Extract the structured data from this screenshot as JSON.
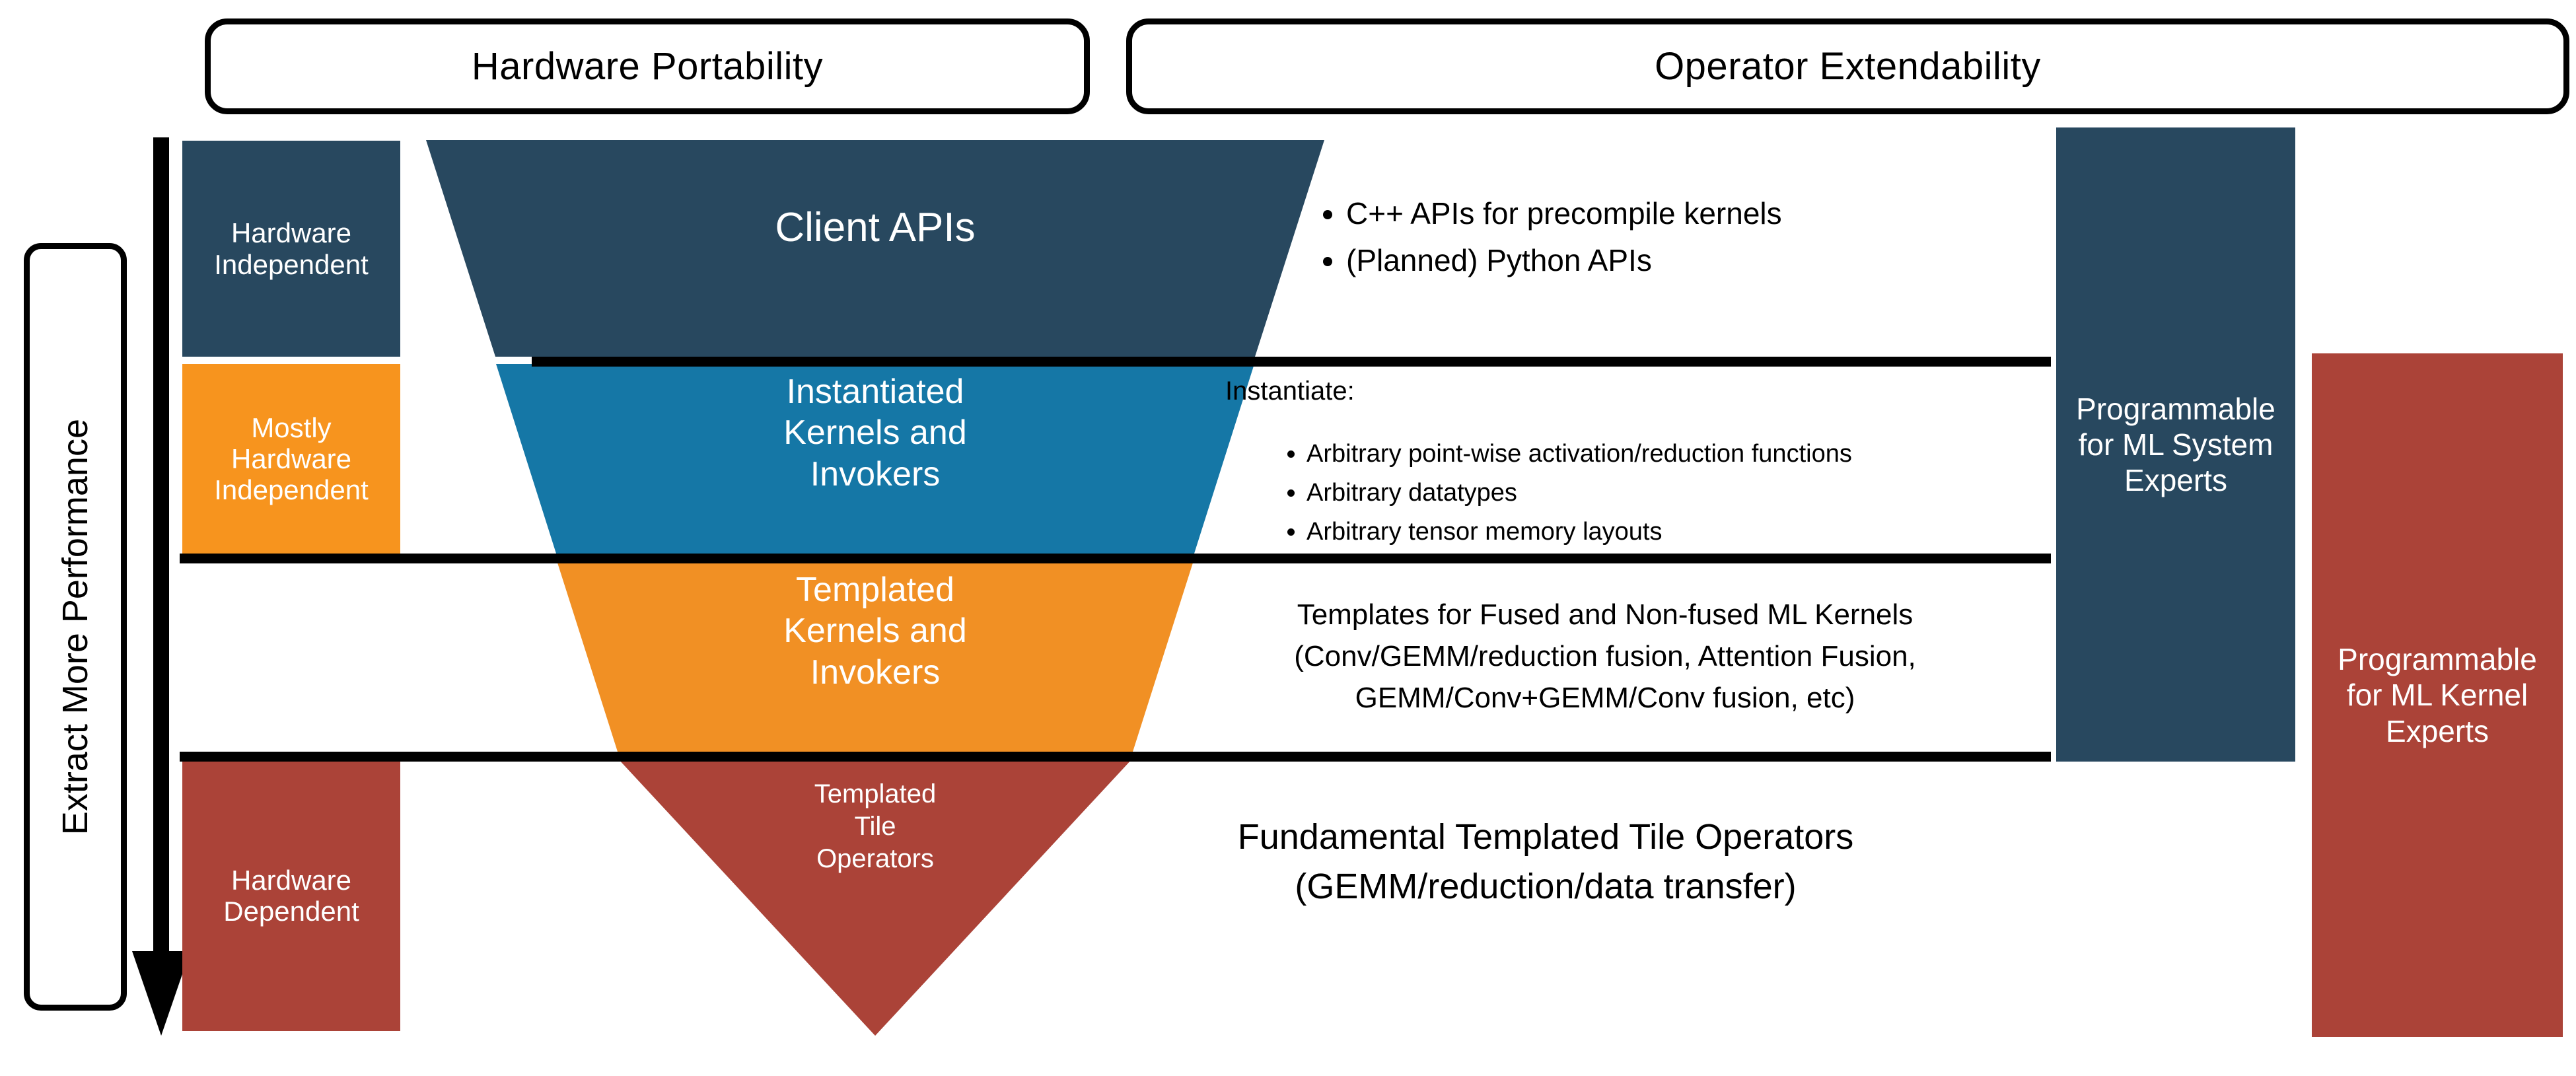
{
  "headers": {
    "hardware_portability": "Hardware Portability",
    "operator_extendability": "Operator Extendability"
  },
  "axis": {
    "performance_label": "Extract More Performance",
    "arrow_direction": "down"
  },
  "levels": [
    {
      "sidebar_label": "Hardware\nIndependent",
      "sidebar_color": "#28485f",
      "funnel_label": "Client APIs",
      "funnel_color": "#28485f"
    },
    {
      "sidebar_label": "Mostly\nHardware\nIndependent",
      "sidebar_color": "#f7941e",
      "funnel_label": "Instantiated\nKernels and\nInvokers",
      "funnel_color": "#1577a6"
    },
    {
      "sidebar_label": "Hardware\nDependent",
      "sidebar_color": "#ab4338",
      "funnel_label": "Templated\nKernels and\nInvokers",
      "funnel_color": "#f19024"
    },
    {
      "funnel_label": "Templated\nTile\nOperators",
      "funnel_color": "#ab4338"
    }
  ],
  "sidebar": {
    "hardware_independent": "Hardware\nIndependent",
    "mostly_hardware_independent": "Mostly\nHardware\nIndependent",
    "hardware_dependent": "Hardware\nDependent"
  },
  "funnel": {
    "client_apis": "Client APIs",
    "instantiated_kernels": "Instantiated\nKernels and\nInvokers",
    "templated_kernels": "Templated\nKernels and\nInvokers",
    "templated_tile_operators": "Templated\nTile\nOperators"
  },
  "descriptions": {
    "client_apis_bullets": [
      "C++ APIs for precompile kernels",
      "(Planned) Python APIs"
    ],
    "instantiate_heading": "Instantiate:",
    "instantiate_bullets": [
      "Arbitrary point-wise activation/reduction functions",
      "Arbitrary datatypes",
      "Arbitrary tensor memory layouts"
    ],
    "templated_kernels_text": "Templates for Fused and Non-fused ML Kernels\n(Conv/GEMM/reduction fusion, Attention Fusion,\nGEMM/Conv+GEMM/Conv fusion, etc)",
    "tile_operators_text": "Fundamental Templated Tile Operators\n(GEMM/reduction/data transfer)"
  },
  "personas": {
    "ml_system_experts": "Programmable\nfor ML System\nExperts",
    "ml_kernel_experts": "Programmable\nfor ML Kernel\nExperts"
  },
  "colors": {
    "dark_blue": "#28485f",
    "mid_blue": "#1577a6",
    "orange_bar": "#f7941e",
    "orange_funnel": "#f19024",
    "red": "#ab4338",
    "black": "#000000",
    "white": "#ffffff"
  }
}
